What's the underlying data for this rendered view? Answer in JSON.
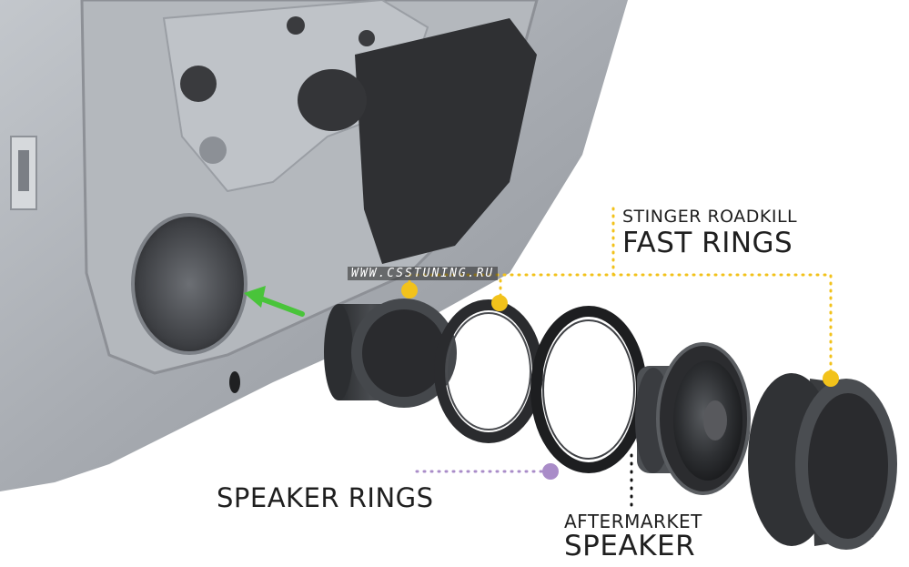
{
  "labels": {
    "stinger": "STINGER ROADKILL",
    "fast_rings": "FAST RINGS",
    "speaker_rings": "SPEAKER RINGS",
    "aftermarket": "AFTERMARKET",
    "speaker": "SPEAKER"
  },
  "watermark": "WWW.CSSTUNING.RU",
  "colors": {
    "callout_yellow": "#f2c21b",
    "callout_purple": "#a98cc8",
    "callout_black": "#111111",
    "door_metal": "#a9adb3",
    "foam": "#3a3c3f",
    "arrow_green": "#49c43a"
  }
}
